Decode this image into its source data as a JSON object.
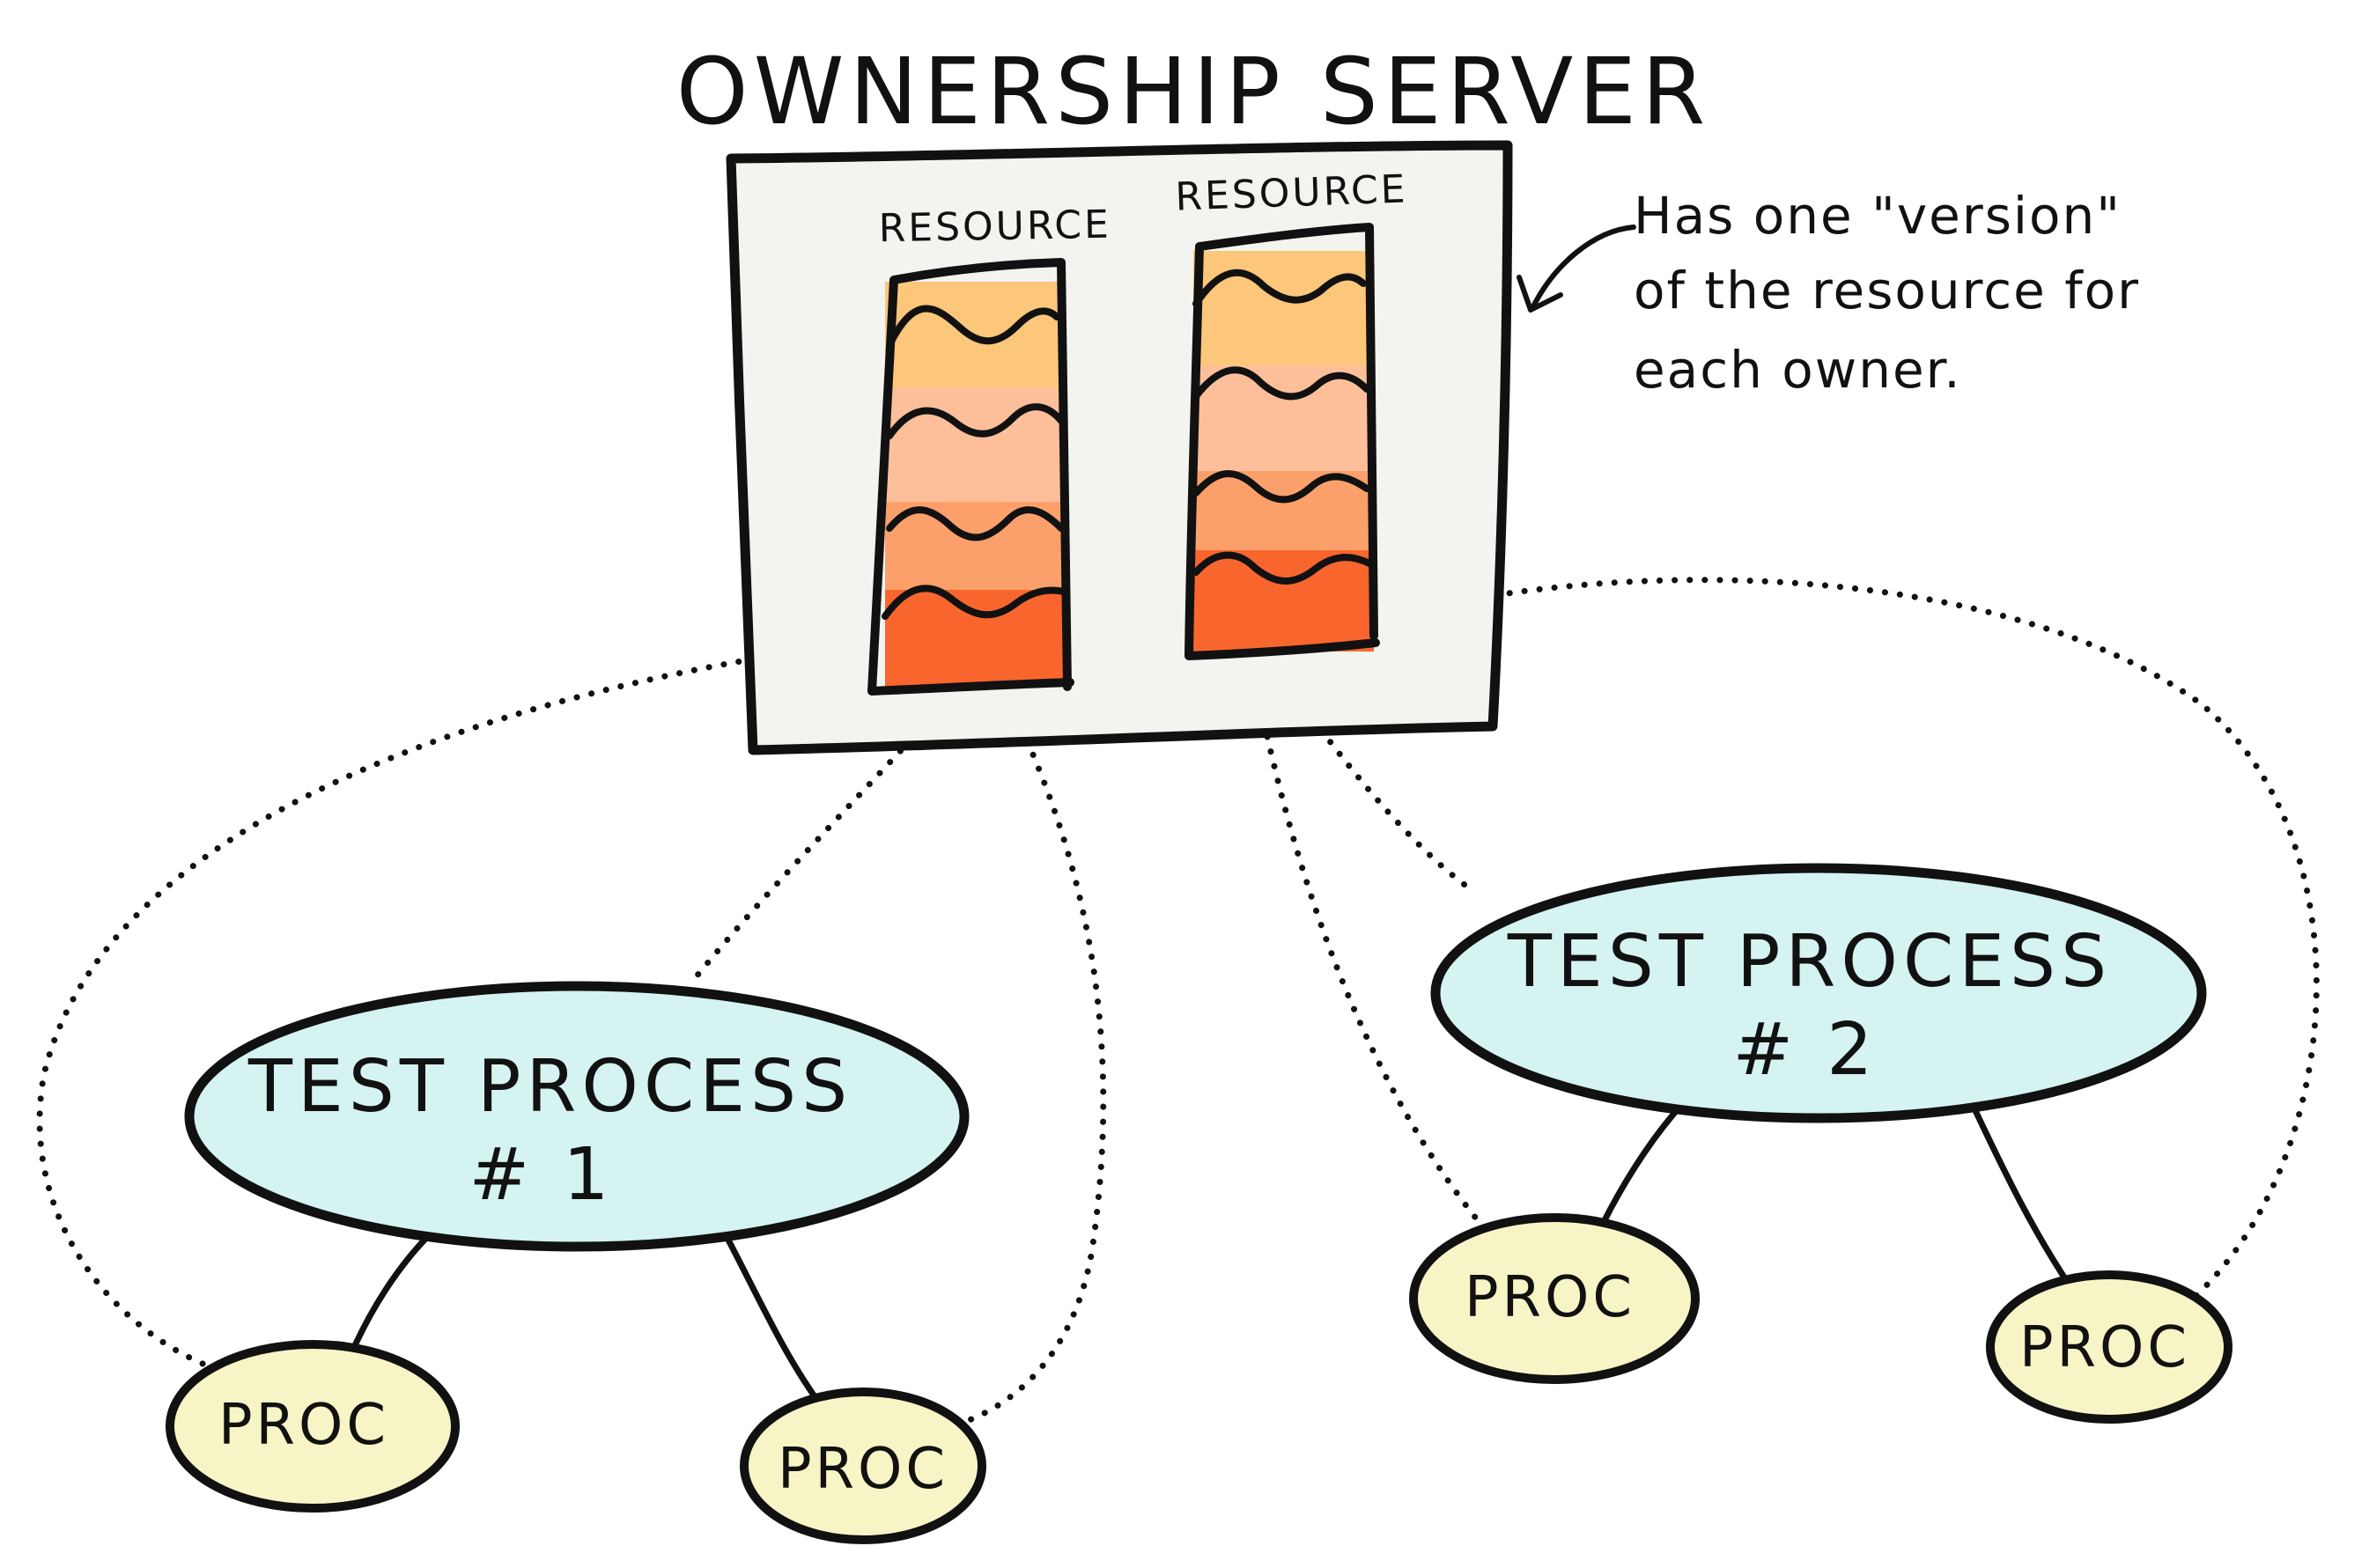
{
  "title": "OWNERSHIP SERVER",
  "note": {
    "lines": [
      "Has one \"version\"",
      "of the resource for",
      "each owner."
    ]
  },
  "resources": [
    {
      "label": "RESOURCE"
    },
    {
      "label": "RESOURCE"
    }
  ],
  "test_processes": [
    {
      "line1": "TEST PROCESS",
      "line2": "# 1"
    },
    {
      "line1": "TEST PROCESS",
      "line2": "# 2"
    }
  ],
  "procs": [
    {
      "label": "PROC"
    },
    {
      "label": "PROC"
    },
    {
      "label": "PROC"
    },
    {
      "label": "PROC"
    }
  ],
  "colors": {
    "ink": "#111111",
    "server_fill": "#f3f3ef",
    "process_fill": "#d4f3f1",
    "proc_fill": "#f7f5c5",
    "layer_1": "#fcc77a",
    "layer_2": "#fdbf9a",
    "layer_3": "#fca06b",
    "layer_4": "#f9662d"
  }
}
